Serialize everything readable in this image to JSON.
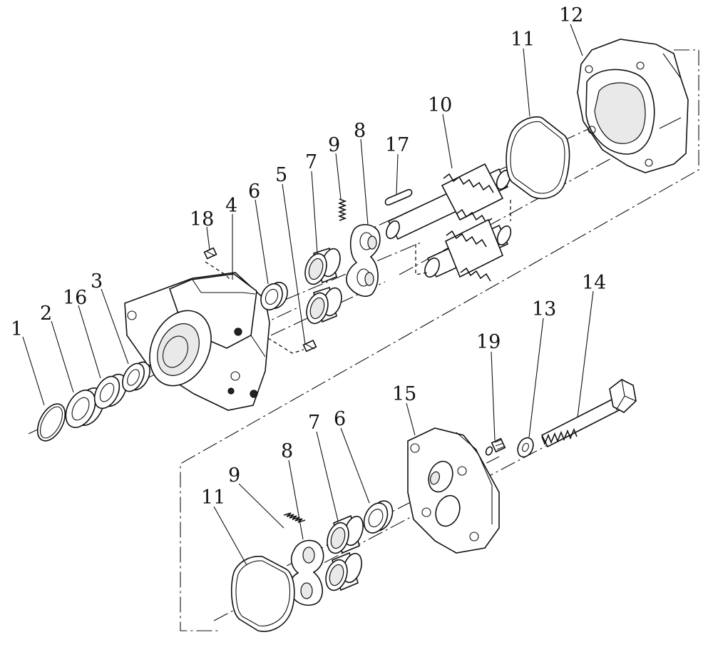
{
  "callouts": [
    {
      "id": "1",
      "text": "1"
    },
    {
      "id": "2",
      "text": "2"
    },
    {
      "id": "16a",
      "text": "16"
    },
    {
      "id": "3",
      "text": "3"
    },
    {
      "id": "4",
      "text": "4"
    },
    {
      "id": "18",
      "text": "18"
    },
    {
      "id": "6a",
      "text": "6"
    },
    {
      "id": "5",
      "text": "5"
    },
    {
      "id": "7a",
      "text": "7"
    },
    {
      "id": "9a",
      "text": "9"
    },
    {
      "id": "8a",
      "text": "8"
    },
    {
      "id": "17",
      "text": "17"
    },
    {
      "id": "10",
      "text": "10"
    },
    {
      "id": "11a",
      "text": "11"
    },
    {
      "id": "12",
      "text": "12"
    },
    {
      "id": "14",
      "text": "14"
    },
    {
      "id": "13",
      "text": "13"
    },
    {
      "id": "19",
      "text": "19"
    },
    {
      "id": "15",
      "text": "15"
    },
    {
      "id": "6b",
      "text": "6"
    },
    {
      "id": "8b",
      "text": "8"
    },
    {
      "id": "7b",
      "text": "7"
    },
    {
      "id": "9b",
      "text": "9"
    },
    {
      "id": "11b",
      "text": "11"
    }
  ]
}
